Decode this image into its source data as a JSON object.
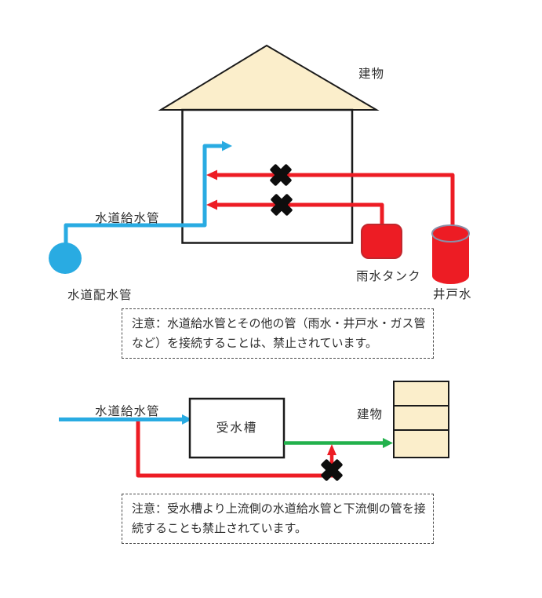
{
  "page": {
    "background": "#ffffff"
  },
  "colors": {
    "supply_pipe_blue": "#29ABE2",
    "prohibited_red": "#ED1C24",
    "allowed_green": "#22B14C",
    "building_fill": "#FBEECB",
    "outline_black": "#1A1A1A",
    "cylinder_rim_gray": "#8A8FA8"
  },
  "top_diagram": {
    "building_label": "建物",
    "supply_pipe_label": "水道給水管",
    "distribution_pipe_label": "水道配水管",
    "rain_tank_label": "雨水タンク",
    "well_water_label": "井戸水",
    "note": "注意：水道給水管とその他の管（雨水・井戸水・ガス管など）を接続することは、禁止されています。"
  },
  "bottom_diagram": {
    "supply_pipe_label": "水道給水管",
    "receiving_tank_label": "受水槽",
    "building_label": "建物",
    "note": "注意：受水槽より上流側の水道給水管と下流側の管を接続することも禁止されています。"
  }
}
